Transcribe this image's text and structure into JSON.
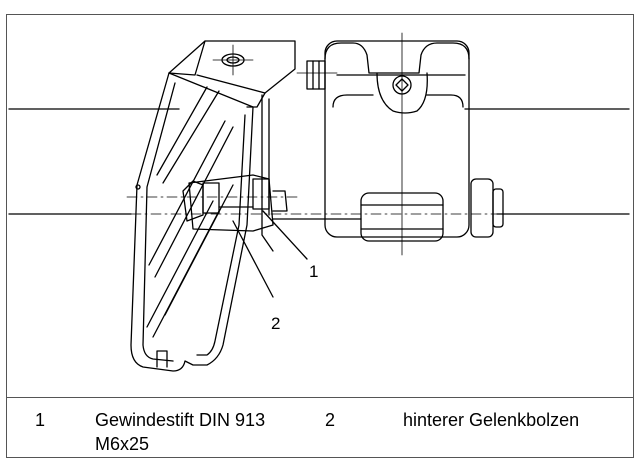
{
  "callouts": [
    {
      "number": "1"
    },
    {
      "number": "2"
    }
  ],
  "legend": [
    {
      "number": "1",
      "text_line1": "Gewindestift DIN 913",
      "text_line2": "M6x25"
    },
    {
      "number": "2",
      "text_line1": "hinterer Gelenkbolzen"
    }
  ]
}
